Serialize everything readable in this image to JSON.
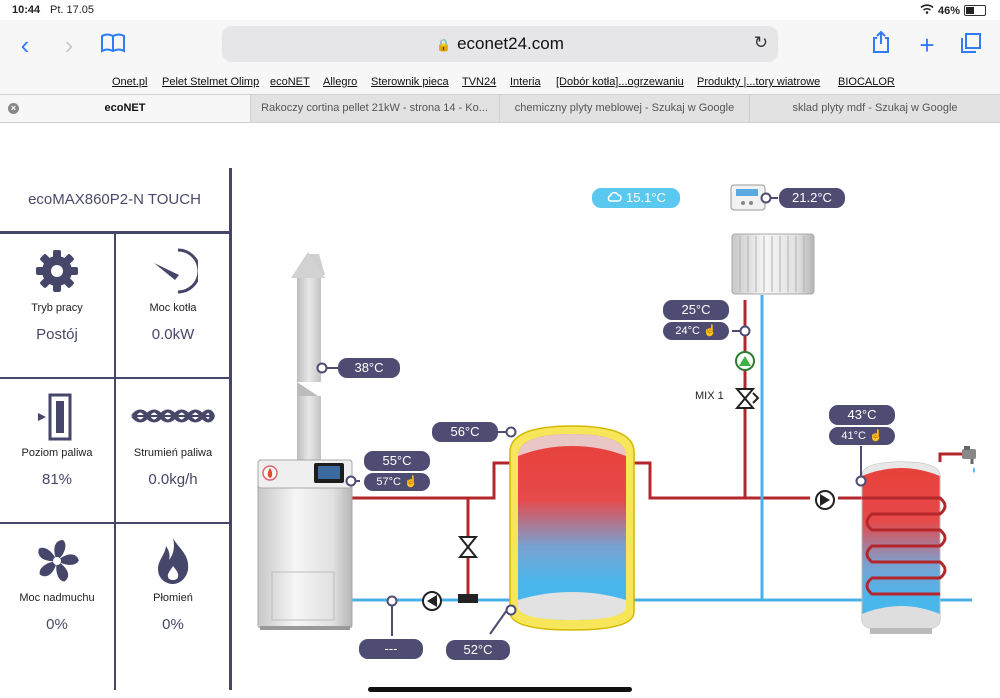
{
  "status_bar": {
    "time": "10:44",
    "date": "Pt. 17.05",
    "battery": "46%"
  },
  "browser": {
    "url": "econet24.com",
    "bookmarks": [
      "Onet.pl",
      "Pelet Stelmet Olimp",
      "ecoNET",
      "Allegro",
      "Sterownik pieca",
      "TVN24",
      "Interia",
      "[Dobór kotła]...ogrzewaniu",
      "Produkty |...tory wiatrowe",
      "BIOCALOR"
    ],
    "tabs": [
      {
        "label": "ecoNET",
        "active": true
      },
      {
        "label": "Rakoczy cortina pellet 21kW - strona 14 - Ko...",
        "active": false
      },
      {
        "label": "chemiczny plyty meblowej - Szukaj w Google",
        "active": false
      },
      {
        "label": "sklad plyty mdf - Szukaj w Google",
        "active": false
      }
    ]
  },
  "panel": {
    "title": "ecoMAX860P2-N TOUCH",
    "tiles": [
      {
        "label": "Tryb pracy",
        "value": "Postój",
        "icon": "gear-icon"
      },
      {
        "label": "Moc kotła",
        "value": "0.0kW",
        "icon": "gauge-icon"
      },
      {
        "label": "Poziom paliwa",
        "value": "81%",
        "icon": "fuel-level-icon"
      },
      {
        "label": "Strumień paliwa",
        "value": "0.0kg/h",
        "icon": "auger-icon"
      },
      {
        "label": "Moc nadmuchu",
        "value": "0%",
        "icon": "fan-icon"
      },
      {
        "label": "Płomień",
        "value": "0%",
        "icon": "flame-icon"
      }
    ]
  },
  "diagram": {
    "outside_temp": "15.1°C",
    "room_temp": "21.2°C",
    "flue_temp": "38°C",
    "boiler_temp": "55°C",
    "boiler_set": "57°C",
    "buffer_top": "56°C",
    "buffer_bottom": "52°C",
    "return_temp": "---",
    "mix_temp": "25°C",
    "mix_set": "24°C",
    "mix_label": "MIX 1",
    "dhw_temp": "43°C",
    "dhw_set": "41°C"
  },
  "colors": {
    "accent": "#2f7cf6",
    "panel": "#46466a",
    "badge": "#4e4c72",
    "hot_pipe": "#b3262b",
    "cold_pipe": "#4ab0e8"
  }
}
